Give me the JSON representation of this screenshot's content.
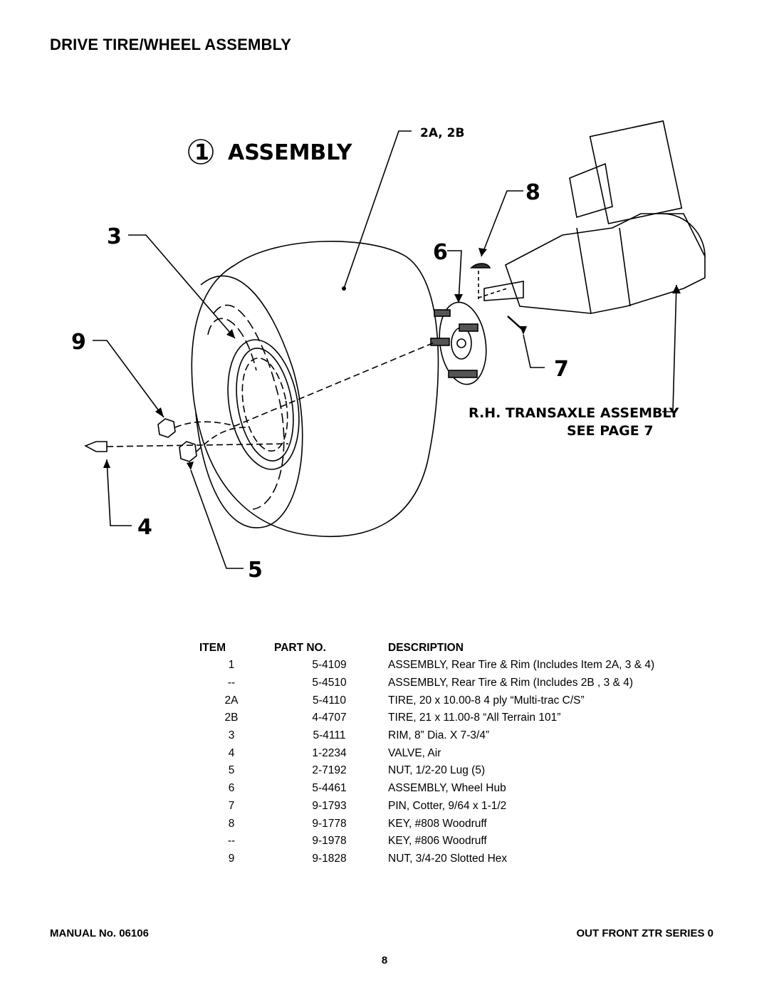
{
  "page": {
    "title": "DRIVE TIRE/WHEEL ASSEMBLY",
    "footer_left": "MANUAL No. 06106",
    "footer_right": "OUT FRONT ZTR SERIES 0",
    "page_number": "8"
  },
  "diagram": {
    "header_num": "1",
    "header_label": "ASSEMBLY",
    "callout_tire": "2A, 2B",
    "callout_3": "3",
    "callout_4": "4",
    "callout_5": "5",
    "callout_6": "6",
    "callout_7": "7",
    "callout_8": "8",
    "callout_9": "9",
    "note_line1": "R.H. TRANSAXLE ASSEMBLY",
    "note_line2": "SEE PAGE 7"
  },
  "parts_table": {
    "headers": {
      "item": "ITEM",
      "part": "PART NO.",
      "description": "DESCRIPTION"
    },
    "rows": [
      {
        "item": "1",
        "part": "5-4109",
        "description": "ASSEMBLY, Rear Tire & Rim (Includes Item 2A, 3 & 4)"
      },
      {
        "item": "--",
        "part": "5-4510",
        "description": "ASSEMBLY, Rear Tire & Rim (Includes 2B , 3 & 4)"
      },
      {
        "item": "2A",
        "part": "5-4110",
        "description": "TIRE, 20 x 10.00-8 4 ply “Multi-trac C/S”"
      },
      {
        "item": "2B",
        "part": "4-4707",
        "description": "TIRE, 21 x 11.00-8 “All Terrain 101”"
      },
      {
        "item": "3",
        "part": "5-4111",
        "description": "RIM, 8” Dia. X 7-3/4”"
      },
      {
        "item": "4",
        "part": "1-2234",
        "description": "VALVE, Air"
      },
      {
        "item": "5",
        "part": "2-7192",
        "description": "NUT, 1/2-20 Lug (5)"
      },
      {
        "item": "6",
        "part": "5-4461",
        "description": "ASSEMBLY, Wheel Hub"
      },
      {
        "item": "7",
        "part": "9-1793",
        "description": "PIN, Cotter, 9/64 x 1-1/2"
      },
      {
        "item": "8",
        "part": "9-1778",
        "description": "KEY, #808 Woodruff"
      },
      {
        "item": "--",
        "part": "9-1978",
        "description": "KEY, #806 Woodruff"
      },
      {
        "item": "9",
        "part": "9-1828",
        "description": "NUT, 3/4-20 Slotted Hex"
      }
    ]
  }
}
